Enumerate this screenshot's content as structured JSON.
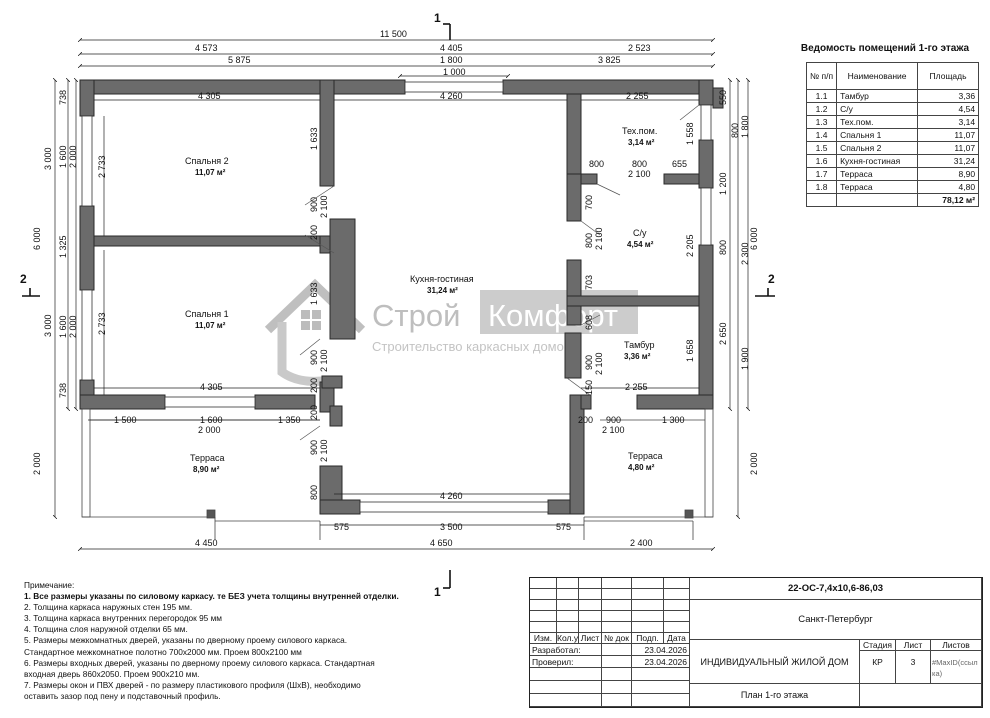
{
  "plan": {
    "dims_top": {
      "overall": "11 500",
      "row2": [
        "4 573",
        "4 405",
        "2 523"
      ],
      "row3": [
        "5 875",
        "1 800",
        "3 825"
      ],
      "row4": "1 000"
    },
    "dims_bottom": [
      "4 450",
      "4 650",
      "2 400"
    ],
    "dims_left": {
      "outer": [
        "3 000",
        "3 000",
        "2 000"
      ],
      "middle": [
        "6 000"
      ],
      "inner": [
        "738",
        "1 600",
        "2 000",
        "1 325",
        "1 600",
        "2 000",
        "738"
      ],
      "inner2": [
        "2 733",
        "2 733"
      ]
    },
    "dims_right": {
      "outer": [
        "6 000",
        "2 000"
      ],
      "middle": [
        "1 800",
        "2 300",
        "1 900"
      ],
      "inner": [
        "550",
        "800",
        "1 200",
        "800",
        "2 650"
      ]
    },
    "interior": {
      "bed2_w": "4 305",
      "kitchen_top": "4 260",
      "tech_top": "2 255",
      "tech_h": "1 558",
      "su_800a": "800",
      "su_800b": "800",
      "su_655": "655",
      "su_2100": "2 100",
      "su_700": "700",
      "su_2205": "2 205",
      "bed1_w": "4 305",
      "kitchen_bottom": "4 260",
      "tambur_w": "2 255",
      "tambur_h": "1 658",
      "tambur_703": "703",
      "tambur_608": "608",
      "wall_1633a": "1 633",
      "wall_1633b": "1 633",
      "door_900a": "900",
      "door_2100a": "2 100",
      "door_200a": "200",
      "door_900b": "900",
      "door_2100b": "2 100",
      "door_200b": "200",
      "door_900c": "900",
      "door_2100c": "2 100",
      "door_200c": "200",
      "door_800": "800",
      "door_2100d": "2 100",
      "door_900d": "900",
      "door_2100e": "2 100",
      "terr_1500": "1 500",
      "terr_1600": "1 600",
      "terr_1350": "1 350",
      "terr_2000": "2 000",
      "terr_900": "900",
      "terr_1300": "1 300",
      "terr_2100": "2 100",
      "terr_200": "200",
      "bot_575a": "575",
      "bot_3500": "3 500",
      "bot_575b": "575",
      "bot_800": "800",
      "bot_150": "150"
    },
    "rooms": {
      "bedroom2": {
        "name": "Спальня 2",
        "area": "11,07 м²"
      },
      "bedroom1": {
        "name": "Спальня 1",
        "area": "11,07 м²"
      },
      "kitchen": {
        "name": "Кухня-гостиная",
        "area": "31,24 м²"
      },
      "tech": {
        "name": "Тех.пом.",
        "area": "3,14 м²"
      },
      "su": {
        "name": "С/у",
        "area": "4,54 м²"
      },
      "tambur": {
        "name": "Тамбур",
        "area": "3,36 м²"
      },
      "terrace_left": {
        "name": "Терраса",
        "area": "8,90 м²"
      },
      "terrace_right": {
        "name": "Терраса",
        "area": "4,80 м²"
      }
    },
    "section_marks": {
      "vertical": "1",
      "horizontal": "2"
    },
    "watermark": {
      "part1": "Строй",
      "part2": "Комфорт",
      "sub": "Строительство каркасных домов"
    },
    "colors": {
      "wall": "#6b6b6b",
      "wall_edge": "#2a2a2a",
      "line": "#222222"
    }
  },
  "room_table": {
    "title": "Ведомость помещений 1-го этажа",
    "headers": [
      "№ п/п",
      "Наименование",
      "Площадь"
    ],
    "rows": [
      [
        "1.1",
        "Тамбур",
        "3,36"
      ],
      [
        "1.2",
        "С/у",
        "4,54"
      ],
      [
        "1.3",
        "Тех.пом.",
        "3,14"
      ],
      [
        "1.4",
        "Спальня 1",
        "11,07"
      ],
      [
        "1.5",
        "Спальня 2",
        "11,07"
      ],
      [
        "1.6",
        "Кухня-гостиная",
        "31,24"
      ],
      [
        "1.7",
        "Терраса",
        "8,90"
      ],
      [
        "1.8",
        "Терраса",
        "4,80"
      ]
    ],
    "total": "78,12 м²"
  },
  "notes": {
    "title": "Примечание:",
    "items": [
      "1. Все размеры указаны по силовому каркасу. те БЕЗ учета толщины внутренней отделки.",
      "2. Толщина каркаса наружных стен 195 мм.",
      "3. Толщина каркаса внутренних перегородок 95 мм",
      "4. Толщина слоя наружной отделки 65 мм.",
      "5. Размеры межкомнатных дверей, указаны по дверному проему силового каркаса.",
      "Стандартное межкомнатное полотно 700х2000 мм. Проем 800х2100 мм",
      "6. Размеры входных дверей, указаны по дверному проему силового каркаса. Стандартная",
      "входная дверь 860х2050. Проем 900х210 мм.",
      "7. Размеры окон и ПВХ дверей - по размеру пластикового профиля (ШхВ), необходимо",
      "оставить зазор под пену и подставочный профиль."
    ]
  },
  "title_block": {
    "code": "22-ОС-7,4х10,6-86,03",
    "city": "Санкт-Петербург",
    "cols": [
      "Изм.",
      "Кол.уч",
      "Лист",
      "№ док",
      "Подп.",
      "Дата"
    ],
    "developed_label": "Разработал:",
    "developed_date": "23.04.2026",
    "checked_label": "Проверил:",
    "checked_date": "23.04.2026",
    "project": "ИНДИВИДУАЛЬНЫЙ ЖИЛОЙ ДОМ",
    "stage_label": "Стадия",
    "sheet_label": "Лист",
    "sheets_label": "Листов",
    "stage": "КР",
    "sheet": "3",
    "sheets": "#MaxID(ссылка)",
    "sheet_name": "План 1-го этажа"
  }
}
